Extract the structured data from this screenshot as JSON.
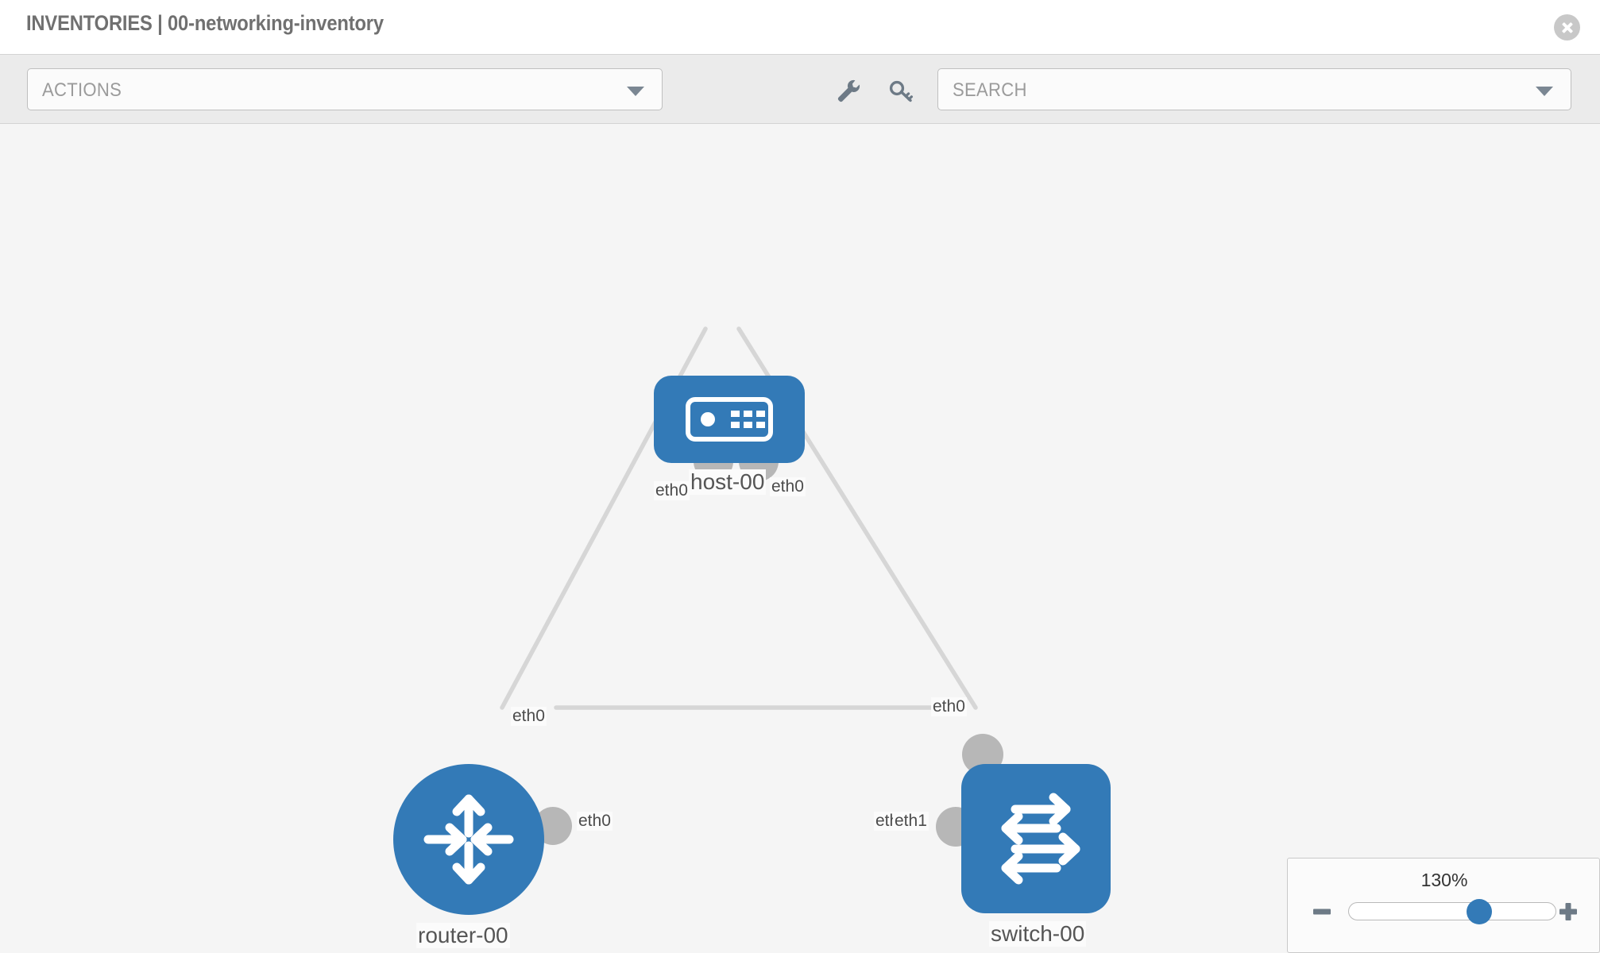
{
  "header": {
    "title": "INVENTORIES | 00-networking-inventory",
    "close_icon": "close-circle-icon"
  },
  "toolbar": {
    "actions": {
      "label": "ACTIONS",
      "caret_icon": "chevron-down-icon"
    },
    "wrench_icon": "wrench-icon",
    "key_icon": "key-icon",
    "search": {
      "placeholder": "SEARCH",
      "value": "",
      "caret_icon": "chevron-down-icon"
    }
  },
  "topology": {
    "nodes": [
      {
        "id": "host-00",
        "label": "host-00",
        "type": "host",
        "icon": "server-appliance-icon",
        "color": "#337ab7"
      },
      {
        "id": "router-00",
        "label": "router-00",
        "type": "router",
        "icon": "router-four-arrows-icon",
        "color": "#337ab7"
      },
      {
        "id": "switch-00",
        "label": "switch-00",
        "type": "switch",
        "icon": "switch-bidirectional-arrows-icon",
        "color": "#337ab7"
      }
    ],
    "edges": [
      {
        "from": "host-00",
        "to": "router-00",
        "from_label": "eth0",
        "to_label": "eth0"
      },
      {
        "from": "host-00",
        "to": "switch-00",
        "from_label": "eth0",
        "to_label": "eth0"
      },
      {
        "from": "router-00",
        "to": "switch-00",
        "from_label": "eth0",
        "to_label_a": "eth",
        "to_label_b": "eth1"
      }
    ],
    "edge_color": "#d6d6d6",
    "labels": {
      "host_left_eth": "eth0",
      "host_right_eth": "eth0",
      "router_up_eth": "eth0",
      "switch_up_eth": "eth0",
      "router_right_eth": "eth0",
      "switch_left_eth_a": "eth",
      "switch_left_eth_b": "eth1"
    }
  },
  "zoom_control": {
    "value": "130%",
    "minus_icon": "minus-icon",
    "plus_icon": "plus-icon",
    "thumb_percent": 62
  }
}
